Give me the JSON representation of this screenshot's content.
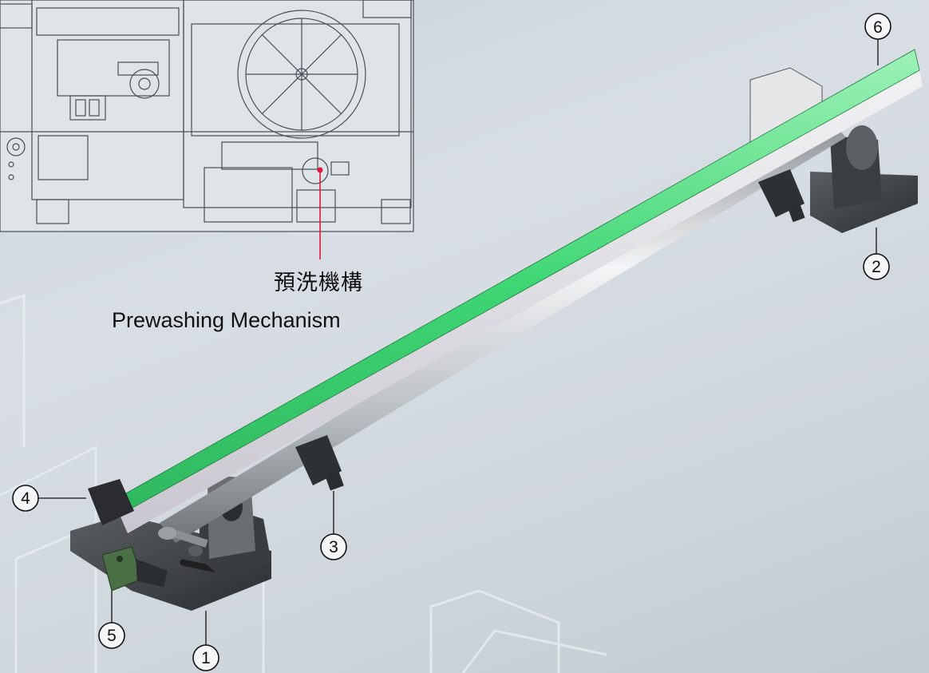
{
  "diagram": {
    "label_zh": "預洗機構",
    "label_en": "Prewashing Mechanism",
    "callouts": [
      {
        "id": "1",
        "label": "1"
      },
      {
        "id": "2",
        "label": "2"
      },
      {
        "id": "3",
        "label": "3"
      },
      {
        "id": "4",
        "label": "4"
      },
      {
        "id": "5",
        "label": "5"
      },
      {
        "id": "6",
        "label": "6"
      }
    ]
  },
  "colors": {
    "background": "#d2d9df",
    "inset_background": "#dfe4e9",
    "inset_lines": "#4a4f55",
    "green_panel": "#48d87a",
    "leader_red": "#e0183c",
    "rod": "#d9dde0",
    "base_plate": "#3a3d40",
    "green_block": "#3f6b3a"
  }
}
